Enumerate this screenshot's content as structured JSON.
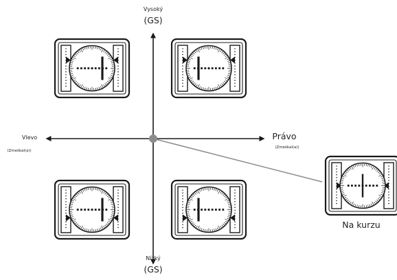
{
  "axes": {
    "top": {
      "label": "Vysoký",
      "sub": "(GS)"
    },
    "bottom": {
      "label": "Nízký",
      "sub": "(GS)"
    },
    "left": {
      "label": "Vlevo",
      "sub": "(Zmeškal(a))"
    },
    "right": {
      "label": "Právo",
      "sub": "(Zmeškal(a))"
    }
  },
  "callout": {
    "label": "Na kurzu"
  },
  "colors": {
    "ink": "#1a1a1a",
    "origin": "#8c8c8c",
    "leader": "#8c8c8c"
  },
  "instruments": [
    {
      "name": "instrument-high-left",
      "needle": "right",
      "glideslope": "high"
    },
    {
      "name": "instrument-high-right",
      "needle": "left",
      "glideslope": "high"
    },
    {
      "name": "instrument-low-left",
      "needle": "right",
      "glideslope": "low"
    },
    {
      "name": "instrument-low-right",
      "needle": "left",
      "glideslope": "low"
    },
    {
      "name": "instrument-on-course",
      "needle": "center",
      "glideslope": "center"
    }
  ]
}
